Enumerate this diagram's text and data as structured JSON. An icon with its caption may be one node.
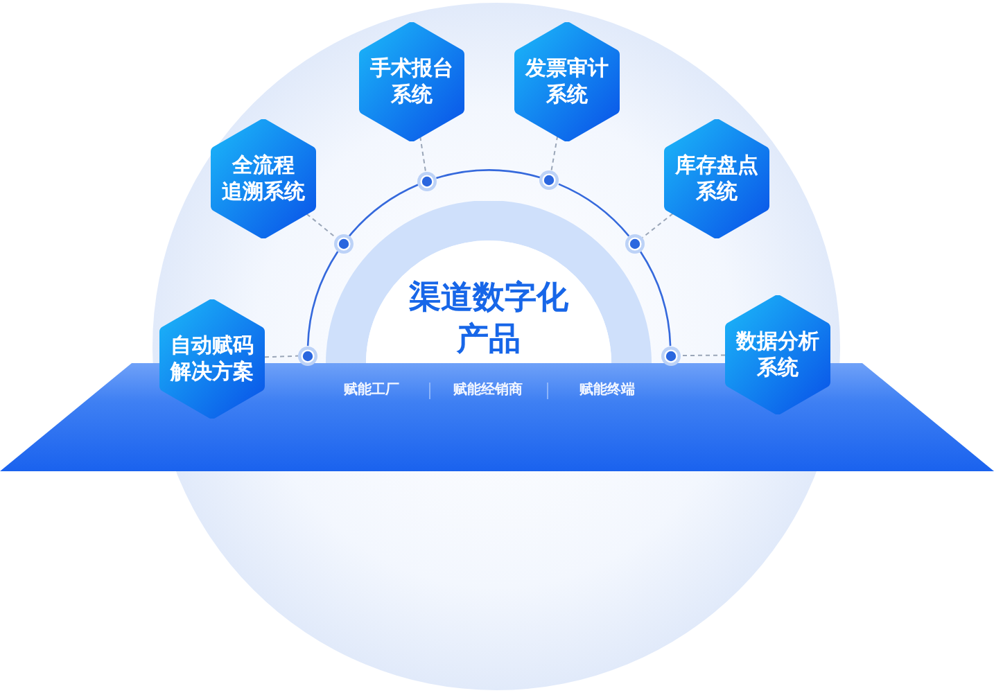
{
  "diagram": {
    "nodes": [
      {
        "text": [
          "手术报台系统"
        ]
      },
      {
        "text": [
          "发票审计系统"
        ]
      },
      {
        "text": [
          "全流程追溯系统"
        ]
      },
      {
        "text": [
          "库存盘点系统"
        ]
      },
      {
        "text": [
          "渠道数字化产品"
        ]
      },
      {
        "text": [
          "自动赋码解决方案"
        ]
      },
      {
        "text": [
          "数据分析系统"
        ]
      },
      {
        "text": [
          "赋能工厂",
          "赋能经销商",
          "赋能终端"
        ]
      },
      {
        "text": [],
        "shape": "circle"
      },
      {
        "text": [],
        "shape": "circle"
      },
      {
        "text": [],
        "shape": "circle"
      },
      {
        "text": [],
        "shape": "circle"
      },
      {
        "text": [],
        "shape": "circle"
      },
      {
        "text": [],
        "shape": "circle"
      }
    ],
    "edges": [
      {
        "from": 5,
        "to": 8,
        "arrow": "none",
        "style": "dashed"
      },
      {
        "from": 2,
        "to": 9,
        "arrow": "none",
        "style": "dashed"
      },
      {
        "from": 0,
        "to": 10,
        "arrow": "none",
        "style": "dashed"
      },
      {
        "from": 1,
        "to": 11,
        "arrow": "none",
        "style": "dashed"
      },
      {
        "from": 3,
        "to": 12,
        "arrow": "none",
        "style": "dashed"
      },
      {
        "from": 6,
        "to": 13,
        "arrow": "none",
        "style": "dashed"
      },
      {
        "from": 8,
        "to": 9,
        "arrow": "none",
        "color": "#3569dc"
      },
      {
        "from": 9,
        "to": 10,
        "arrow": "none",
        "color": "#3569dc"
      },
      {
        "from": 10,
        "to": 11,
        "arrow": "none",
        "color": "#3569dc"
      },
      {
        "from": 11,
        "to": 12,
        "arrow": "none",
        "color": "#3569dc"
      },
      {
        "from": 12,
        "to": 13,
        "arrow": "none",
        "color": "#3569dc"
      }
    ]
  }
}
